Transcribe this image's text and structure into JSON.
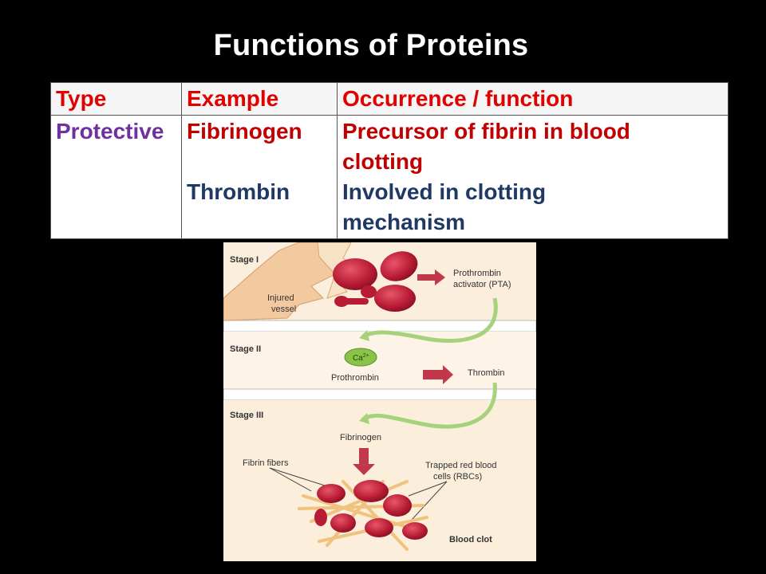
{
  "title": "Functions of Proteins",
  "table": {
    "headers": [
      "Type",
      "Example",
      "Occurrence / function"
    ],
    "type": "Protective",
    "rows": [
      {
        "example": "Fibrinogen",
        "function_line1": "Precursor of fibrin in blood",
        "function_line2": "clotting"
      },
      {
        "example": "Thrombin",
        "function_line1": "Involved in clotting",
        "function_line2": "mechanism"
      }
    ]
  },
  "diagram": {
    "stage1": {
      "label": "Stage I",
      "vessel_line1": "Injured",
      "vessel_line2": "vessel",
      "product_line1": "Prothrombin",
      "product_line2": "activator (PTA)"
    },
    "stage2": {
      "label": "Stage II",
      "ion_base": "Ca",
      "ion_charge": "2+",
      "input": "Prothrombin",
      "output": "Thrombin"
    },
    "stage3": {
      "label": "Stage III",
      "input": "Fibrinogen",
      "fibers": "Fibrin fibers",
      "trapped_line1": "Trapped red blood",
      "trapped_line2": "cells (RBCs)",
      "result": "Blood clot"
    }
  },
  "colors": {
    "header_red": "#e00000",
    "protective_purple": "#7030a0",
    "dark_red": "#c00000",
    "navy": "#1f3864",
    "arrow_red": "#c0384a",
    "green_arrow": "#9ccc65"
  }
}
